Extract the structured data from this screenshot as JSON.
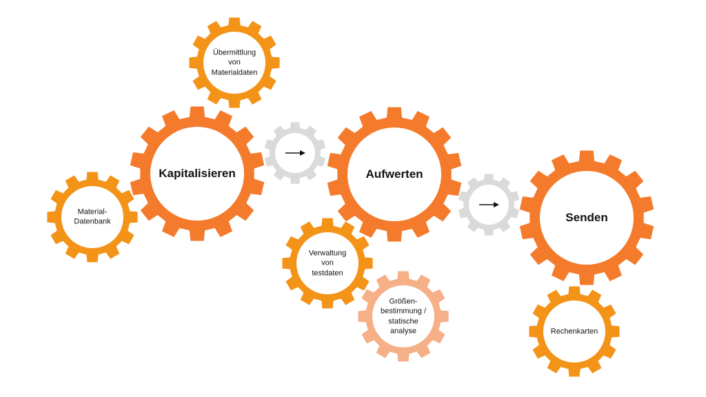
{
  "colors": {
    "dark_orange": "#f47a2c",
    "orange": "#f39318",
    "peach": "#f6b088",
    "grey": "#dadada",
    "center": "#ffffff",
    "text": "#111111"
  },
  "gears": [
    {
      "id": "uebermittlung",
      "label": "Übermittlung\nvon\nMaterialdaten",
      "color": "orange"
    },
    {
      "id": "kapitalisieren",
      "label": "Kapitalisieren",
      "color": "dark_orange"
    },
    {
      "id": "material-datenbank",
      "label": "Material-\nDatenbank",
      "color": "orange"
    },
    {
      "id": "arrow-gear-1",
      "label": "",
      "color": "grey",
      "icon": "right-arrow-icon"
    },
    {
      "id": "aufwerten",
      "label": "Aufwerten",
      "color": "dark_orange"
    },
    {
      "id": "verwaltung",
      "label": "Verwaltung\nvon\ntestdaten",
      "color": "orange"
    },
    {
      "id": "groessenbestimmung",
      "label": "Größen-\nbestimmung /\nstatische\nanalyse",
      "color": "peach"
    },
    {
      "id": "arrow-gear-2",
      "label": "",
      "color": "grey",
      "icon": "right-arrow-icon"
    },
    {
      "id": "senden",
      "label": "Senden",
      "color": "dark_orange"
    },
    {
      "id": "rechenkarten",
      "label": "Rechenkarten",
      "color": "orange"
    }
  ]
}
